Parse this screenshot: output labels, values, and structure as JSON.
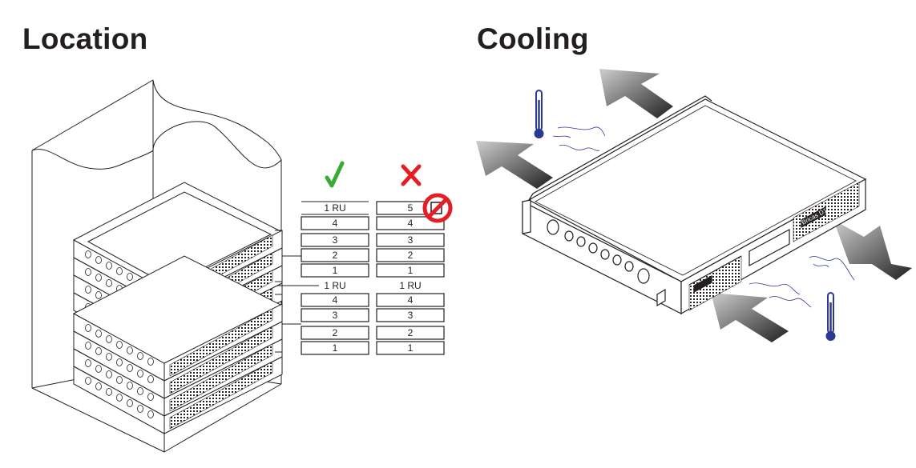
{
  "sections": {
    "location_title": "Location",
    "cooling_title": "Cooling"
  },
  "rack_diagram": {
    "ok_column": {
      "icon": "check-icon",
      "color": "#3aa935",
      "upper": [
        "1 RU",
        "4",
        "3",
        "2",
        "1"
      ],
      "spacer": "1 RU",
      "lower": [
        "4",
        "3",
        "2",
        "1"
      ]
    },
    "bad_column": {
      "icon": "cross-icon",
      "color": "#e31e24",
      "upper": [
        "5",
        "4",
        "3",
        "2",
        "1"
      ],
      "spacer": "1 RU",
      "lower": [
        "4",
        "3",
        "2",
        "1"
      ]
    },
    "prohibited_icon": "no-entry-icon"
  },
  "amplifier": {
    "brand_label": "Bricas D1"
  },
  "colors": {
    "thermometer": "#2b3990",
    "arrow_dark": "#2b2b2b",
    "line": "#231f20"
  }
}
